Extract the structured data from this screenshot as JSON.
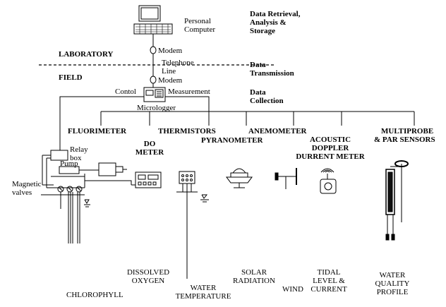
{
  "zones": {
    "laboratory": "LABORATORY",
    "field": "FIELD"
  },
  "stages": {
    "retrieval": [
      "Data Retrieval,",
      "Analysis &",
      "Storage"
    ],
    "transmission": [
      "Data",
      "Transmission"
    ],
    "collection": [
      "Data",
      "Collection"
    ]
  },
  "devices": {
    "pc": [
      "Personal",
      "Computer"
    ],
    "modem_top": "Modem",
    "telephone": [
      "Telephone",
      "Line"
    ],
    "modem_bottom": "Modem",
    "control": "Contol",
    "measurement": "Measurement",
    "micrologger": "Micrologger",
    "relay": [
      "Relay",
      "box"
    ],
    "pump": "Pump",
    "valves": [
      "Magnetic",
      "valves"
    ]
  },
  "sensors": {
    "fluorimeter": "FLUORIMETER",
    "do_meter": [
      "DO",
      "METER"
    ],
    "thermistors": "THERMISTORS",
    "pyranometer": "PYRANOMETER",
    "anemometer": "ANEMOMETER",
    "acoustic": [
      "ACOUSTIC",
      "DOPPLER",
      "DURRENT METER"
    ],
    "multiprobe": [
      "MULTIPROBE",
      "& PAR SENSORS"
    ]
  },
  "measurements": {
    "chlorophyll": "CHLOROPHYLL",
    "dissolved_oxygen": [
      "DISSOLVED",
      "OXYGEN"
    ],
    "water_temperature": [
      "WATER",
      "TEMPERATURE"
    ],
    "solar_radiation": [
      "SOLAR",
      "RADIATION"
    ],
    "wind": "WIND",
    "tidal": [
      "TIDAL",
      "LEVEL &",
      "CURRENT"
    ],
    "water_quality": [
      "WATER",
      "QUALITY",
      "PROFILE"
    ]
  }
}
